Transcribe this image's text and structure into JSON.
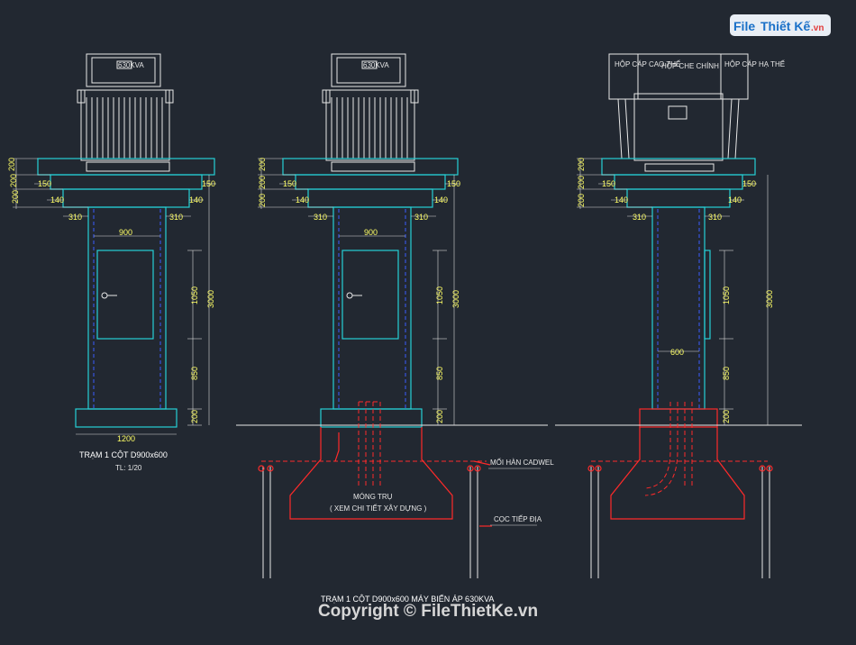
{
  "logo": {
    "text": "FileThietKe.vn",
    "part1": "File",
    "part2": "Thiết Kế",
    "part3": ".vn"
  },
  "watermark": "Copyright © FileThietKe.vn",
  "views": {
    "left": {
      "title": "TRẠM 1 CỘT D900x600",
      "scale": "TL: 1/20",
      "dims": {
        "d150a": "150",
        "d150b": "150",
        "d140a": "140",
        "d140b": "140",
        "d310a": "310",
        "d310b": "310",
        "d900": "900",
        "d1050": "1050",
        "d850": "850",
        "d200": "200",
        "d3000": "3000",
        "d1200": "1200",
        "v200a": "200",
        "v200b": "200",
        "v200c": "200"
      },
      "nameplate": "630KVA"
    },
    "middle": {
      "dims": {
        "d150a": "150",
        "d150b": "150",
        "d140a": "140",
        "d140b": "140",
        "d310a": "310",
        "d310b": "310",
        "d900": "900",
        "d1050": "1050",
        "d850": "850",
        "d200": "200",
        "d3000": "3000",
        "v200a": "200",
        "v200b": "200",
        "v200c": "200"
      },
      "foundation_label": "MÓNG TRỤ",
      "foundation_note": "( XEM CHI TIẾT XÂY DỰNG )",
      "weld_label": "MỐI HÀN CADWEL",
      "ground_rod_label": "CỌC TIẾP ĐỊA",
      "nameplate": "630KVA"
    },
    "right": {
      "dims": {
        "d150a": "150",
        "d150b": "150",
        "d140a": "140",
        "d140b": "140",
        "d310a": "310",
        "d310b": "310",
        "d600": "600",
        "d1050": "1050",
        "d850": "850",
        "d200": "200",
        "d3000": "3000",
        "v200a": "200",
        "v200b": "200",
        "v200c": "200"
      },
      "box_hv": "HỘP CÁP CAO THẾ",
      "box_main": "HỘP CHE CHÍNH",
      "box_lv": "HỘP CÁP HẠ THẾ"
    }
  },
  "caption": "TRẠM 1 CỘT D900x600 MÁY BIẾN ÁP 630KVA"
}
